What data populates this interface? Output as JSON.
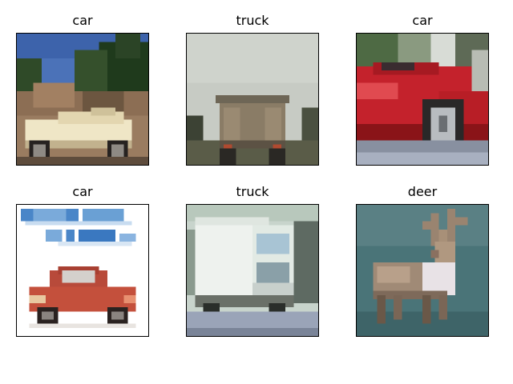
{
  "figure": {
    "panels": [
      {
        "title": "car",
        "image": "pixelated photo of a cream convertible car in front of trees and blue sky"
      },
      {
        "title": "truck",
        "image": "pixelated photo of the rear of a dump truck under a grey sky"
      },
      {
        "title": "car",
        "image": "pixelated photo of a red sports car"
      },
      {
        "title": "car",
        "image": "pixelated advertisement with blue text above a red hatchback car"
      },
      {
        "title": "truck",
        "image": "pixelated photo of a white box truck"
      },
      {
        "title": "deer",
        "image": "pixelated photo of a reindeer with large antlers"
      }
    ]
  }
}
